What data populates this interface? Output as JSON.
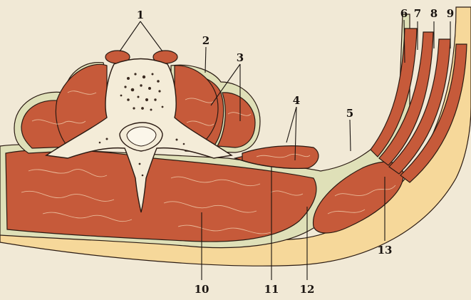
{
  "labels": [
    {
      "id": "1",
      "text": "1"
    },
    {
      "id": "2",
      "text": "2"
    },
    {
      "id": "3",
      "text": "3"
    },
    {
      "id": "4",
      "text": "4"
    },
    {
      "id": "5",
      "text": "5"
    },
    {
      "id": "6",
      "text": "6"
    },
    {
      "id": "7",
      "text": "7"
    },
    {
      "id": "8",
      "text": "8"
    },
    {
      "id": "9",
      "text": "9"
    },
    {
      "id": "10",
      "text": "10"
    },
    {
      "id": "11",
      "text": "11"
    },
    {
      "id": "12",
      "text": "12"
    },
    {
      "id": "13",
      "text": "13"
    }
  ],
  "colors": {
    "background": "#f1e9d6",
    "muscle": "#c65a3a",
    "fascia": "#dfe0b8",
    "fat": "#f6d89a",
    "bone": "#f4ecd8",
    "outline": "#2a1a12"
  }
}
